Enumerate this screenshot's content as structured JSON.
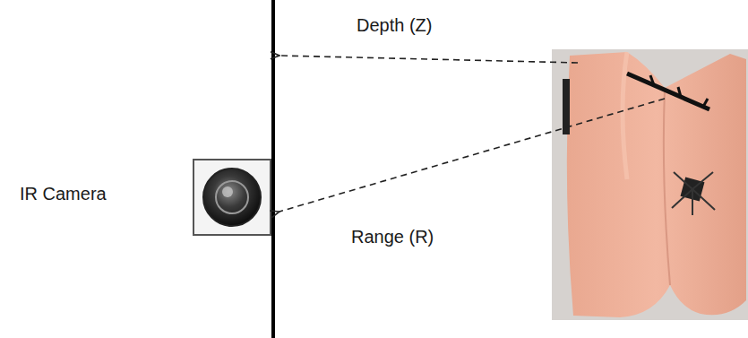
{
  "diagram": {
    "labels": [
      "Depth (Z)",
      "IR Camera",
      "Range (R)"
    ]
  }
}
